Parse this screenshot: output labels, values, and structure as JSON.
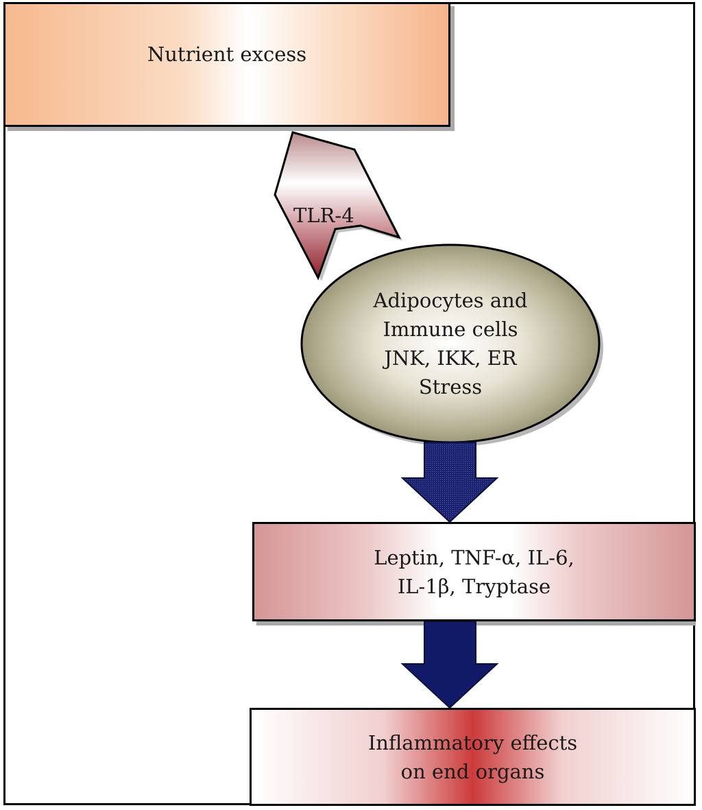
{
  "diagram": {
    "nodes": {
      "nutrient_excess": "Nutrient excess",
      "cells_lines": [
        "Adipocytes and",
        "Immune cells",
        "JNK, IKK, ER",
        "Stress"
      ],
      "cytokines_lines": [
        "Leptin, TNF-α, IL-6,",
        "IL-1β, Tryptase"
      ],
      "effects_lines": [
        "Inflammatory effects",
        "on end organs"
      ]
    },
    "edges": {
      "tlr4_label": "TLR-4"
    },
    "colors": {
      "nutrient_box": "#f6b98e",
      "ellipse": "#a8a184",
      "tlr4_arrow": "#9e2f3c",
      "cytokine_box": "#d59696",
      "effects_box": "#cc3b3b",
      "down_arrow": "#111a66"
    }
  }
}
